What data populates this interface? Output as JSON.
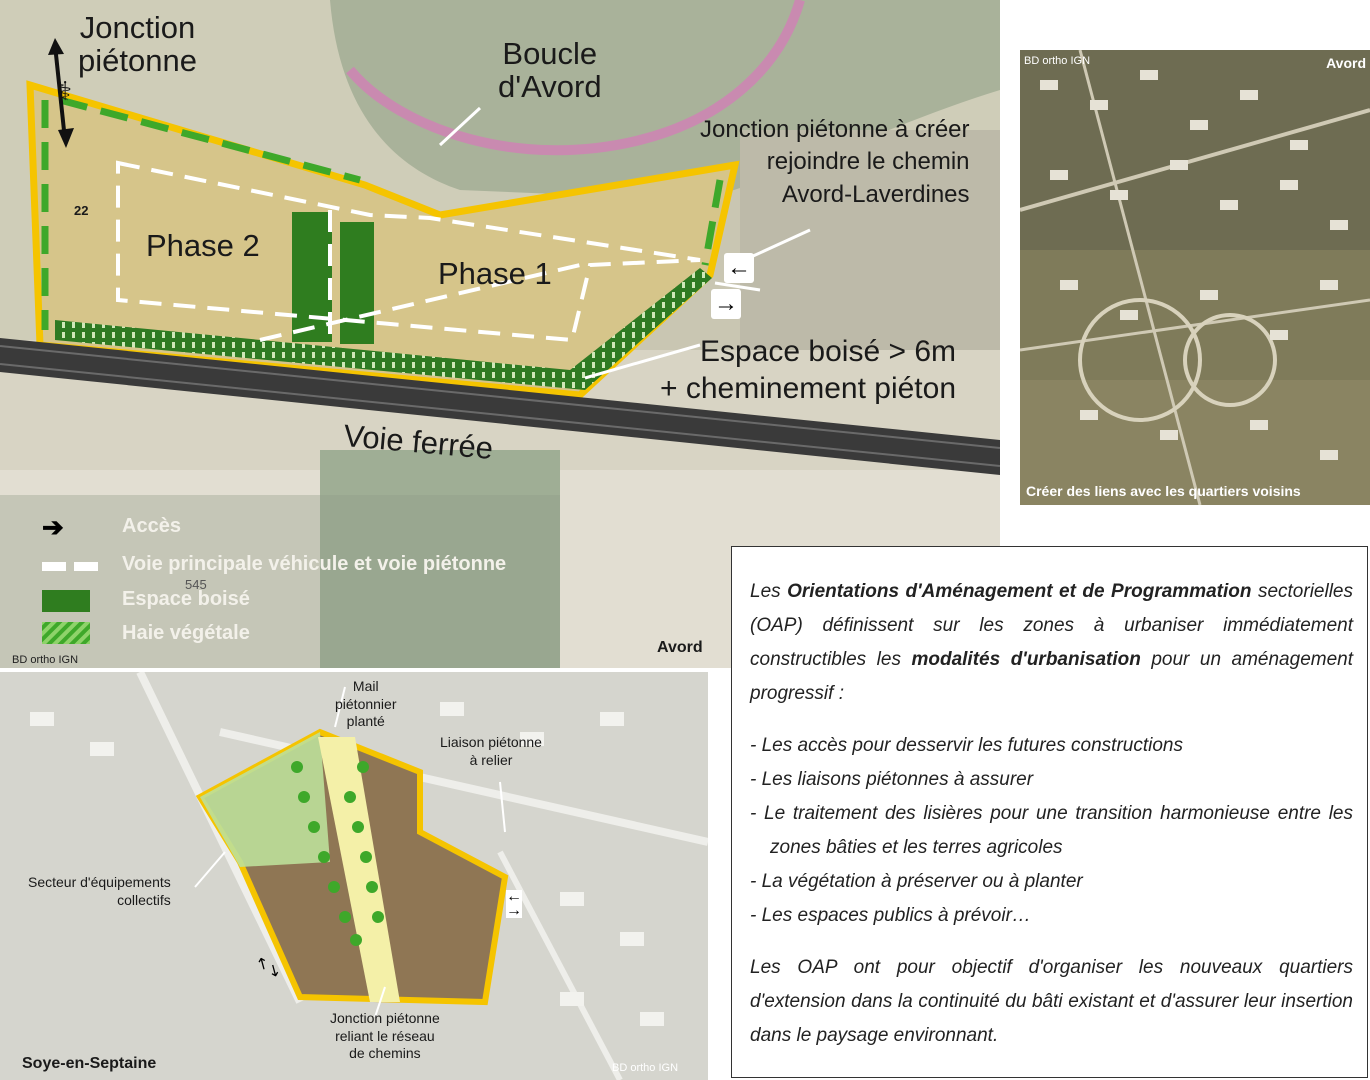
{
  "main_map": {
    "labels": {
      "jonction_pietonne": "Jonction\npiétonne",
      "boucle_avord": "Boucle\nd'Avord",
      "jonction_a_creer": "Jonction piétonne à créer\nrejoindre le chemin\nAvord-Laverdines",
      "phase2": "Phase 2",
      "phase1": "Phase 1",
      "espace_boise_label": "Espace boisé > 6m\n+ cheminement piéton",
      "voie_ferree": "Voie ferrée",
      "road_number": "22",
      "elevation": "545",
      "place": "Avord",
      "credit": "BD ortho IGN"
    },
    "legend": [
      {
        "symbol": "arrow-icon",
        "label": "Accès"
      },
      {
        "symbol": "dashed-line",
        "label": "Voie principale véhicule et voie piétonne"
      },
      {
        "symbol": "green-fill",
        "label": "Espace boisé"
      },
      {
        "symbol": "hatch-fill",
        "label": "Haie végétale"
      }
    ]
  },
  "aerial": {
    "credit": "BD ortho IGN",
    "place": "Avord",
    "caption": "Créer des liens avec les quartiers voisins"
  },
  "soye_map": {
    "mail": "Mail\npiétonnier\nplanté",
    "liaison": "Liaison piétonne\nà relier",
    "secteur": "Secteur d'équipements\ncollectifs",
    "jonction": "Jonction piétonne\nreliant le réseau\nde chemins",
    "place": "Soye-en-Septaine",
    "credit": "BD ortho IGN"
  },
  "textbox": {
    "intro_1": "Les ",
    "intro_bold": "Orientations d'Aménagement et de Programmation",
    "intro_2": " sectorielles (OAP) définissent sur les zones à urbaniser immédiatement constructibles les ",
    "intro_bold2": "modalités d'urbanisation",
    "intro_3": " pour un aménagement progressif :",
    "items": [
      "Les accès pour desservir les futures constructions",
      "Les liaisons piétonnes à assurer",
      "Le traitement des lisières pour une transition harmonieuse entre les zones bâties et les terres agricoles",
      "La végétation à préserver ou à planter",
      "Les espaces publics à prévoir…"
    ],
    "conclusion": "Les OAP ont pour objectif d'organiser les nouveaux quartiers d'extension dans la continuité du bâti existant et d'assurer leur insertion dans le paysage environnant."
  },
  "colors": {
    "perimeter": "#f5c400",
    "woodland": "#2f7d1f",
    "hedge": "#5fc23a",
    "field": "#d9c98c",
    "railway": "#3a3a3a"
  }
}
